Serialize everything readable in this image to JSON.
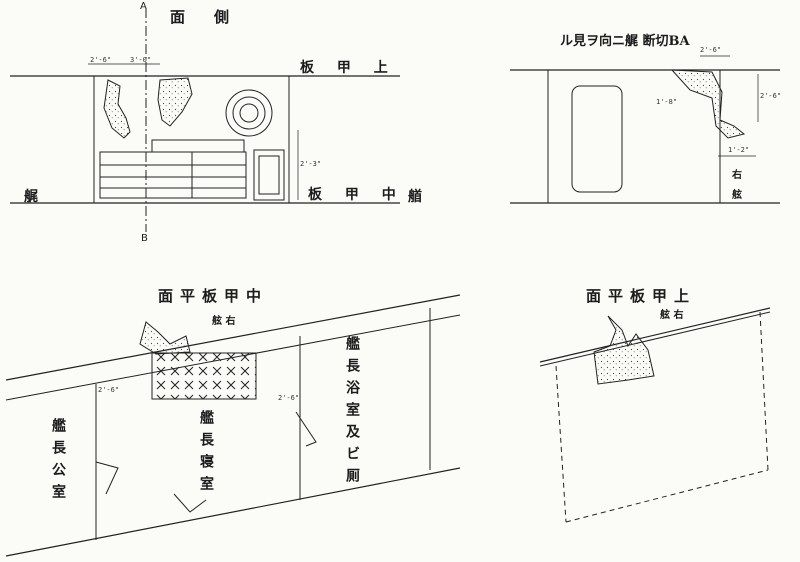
{
  "side_view": {
    "title": "面　側",
    "marker_a": "A",
    "marker_b": "B",
    "upper_deck": "板 甲 上",
    "middle_deck": "板 甲 中",
    "stern": "艉",
    "bow": "艏",
    "dims": [
      "2'-6\"",
      "3'-0\"",
      "2'-3\""
    ]
  },
  "section_view": {
    "title": "ル見ヲ向ニ艉 断切BA",
    "starboard": "右",
    "port": "舷",
    "dims": [
      "2'-6\"",
      "1'-8\"",
      "2'-6\"",
      "1'-2\""
    ]
  },
  "middle_plan": {
    "title": "面平板甲中",
    "starboard_side": "舷 右",
    "rooms": {
      "office": "艦長公室",
      "bedroom": "艦長寝室",
      "bath": "艦長浴室及ビ厠"
    },
    "dims": [
      "2'-6\"",
      "2'-6\""
    ]
  },
  "upper_plan": {
    "title": "面平板甲上",
    "starboard_side": "舷 右"
  }
}
